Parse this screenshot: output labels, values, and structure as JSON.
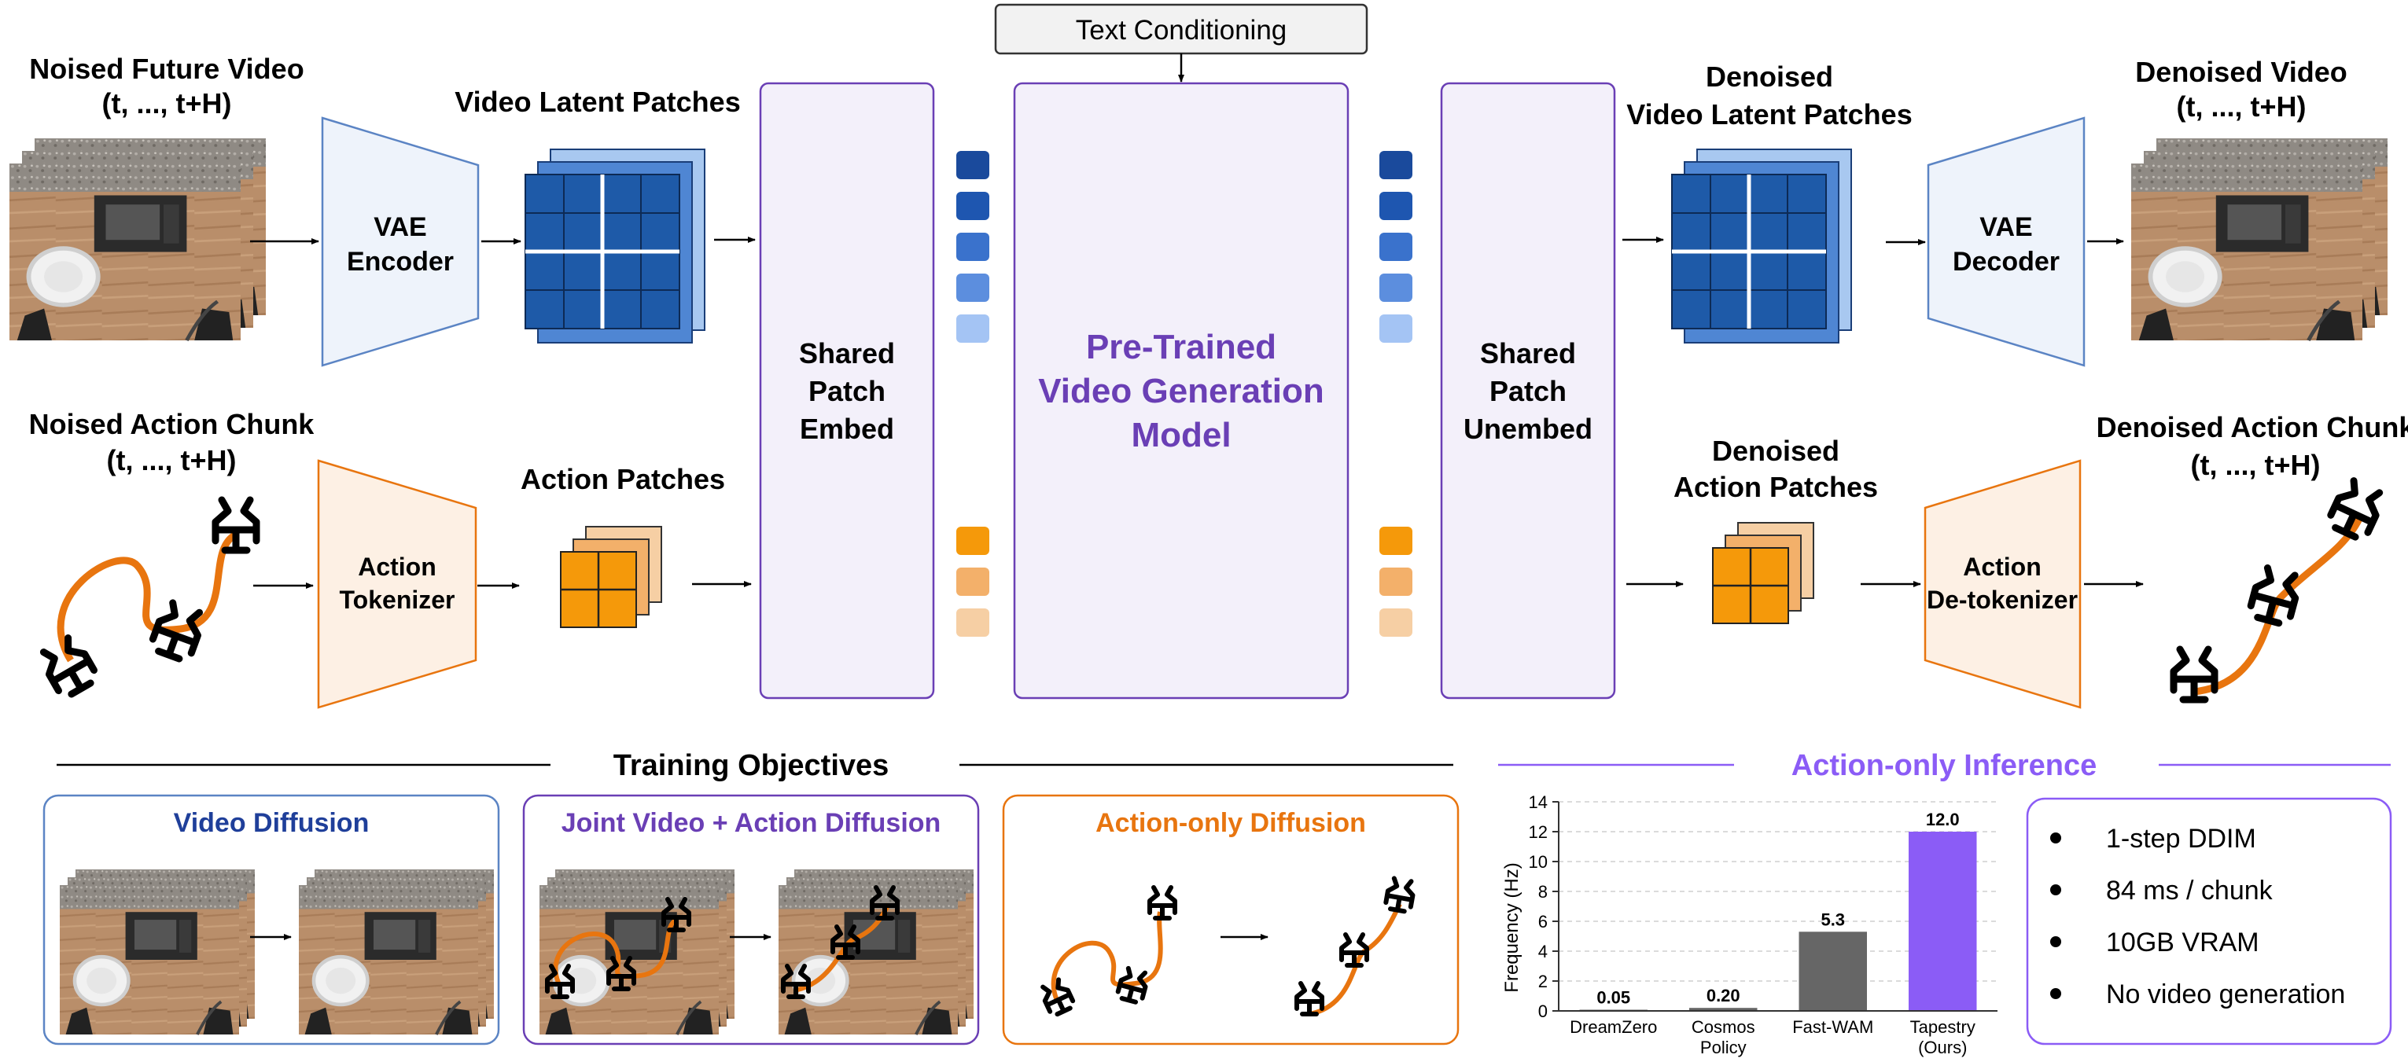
{
  "text_conditioning": "Text Conditioning",
  "inputs": {
    "video_line1": "Noised Future Video",
    "video_line2": "(t, ..., t+H)",
    "action_line1": "Noised Action Chunk",
    "action_line2": "(t, ..., t+H)"
  },
  "encoders": {
    "vae_encoder_line1": "VAE",
    "vae_encoder_line2": "Encoder",
    "action_tokenizer_line1": "Action",
    "action_tokenizer_line2": "Tokenizer"
  },
  "patches": {
    "video_latent": "Video Latent Patches",
    "action": "Action Patches",
    "denoised_video_line1": "Denoised",
    "denoised_video_line2": "Video Latent Patches",
    "denoised_action_line1": "Denoised",
    "denoised_action_line2": "Action Patches"
  },
  "embed": {
    "line1": "Shared",
    "line2": "Patch",
    "line3": "Embed"
  },
  "model": {
    "line1": "Pre-Trained",
    "line2": "Video Generation",
    "line3": "Model"
  },
  "unembed": {
    "line1": "Shared",
    "line2": "Patch",
    "line3": "Unembed"
  },
  "decoders": {
    "vae_decoder_line1": "VAE",
    "vae_decoder_line2": "Decoder",
    "detokenizer_line1": "Action",
    "detokenizer_line2": "De-tokenizer"
  },
  "outputs": {
    "video_line1": "Denoised Video",
    "video_line2": "(t, ..., t+H)",
    "action_line1": "Denoised Action Chunk",
    "action_line2": "(t, ..., t+H)"
  },
  "training": {
    "title": "Training Objectives",
    "video_diffusion": "Video Diffusion",
    "joint_diffusion": "Joint Video + Action Diffusion",
    "action_diffusion": "Action-only Diffusion"
  },
  "inference": {
    "title": "Action-only Inference",
    "bullets": [
      "1-step DDIM",
      "84 ms / chunk",
      "10GB VRAM",
      "No video generation"
    ]
  },
  "colors": {
    "blue_title": "#1f3f9a",
    "purple": "#6a3fb5",
    "orange": "#e8750f",
    "violet": "#8b5cf6",
    "gray_bar": "#666666",
    "light_purple_fill": "#f3f0fa",
    "light_blue_fill": "#eef3fb",
    "light_orange_fill": "#fdf0e4"
  },
  "chart_data": {
    "type": "bar",
    "categories": [
      "DreamZero",
      "Cosmos\nPolicy",
      "Fast-WAM",
      "Tapestry\n(Ours)"
    ],
    "values": [
      0.05,
      0.2,
      5.3,
      12.0
    ],
    "value_labels": [
      "0.05",
      "0.20",
      "5.3",
      "12.0"
    ],
    "ylabel": "Frequency (Hz)",
    "ylim": [
      0,
      14
    ],
    "yticks": [
      0,
      2,
      4,
      6,
      8,
      10,
      12,
      14
    ],
    "grid": true,
    "bar_colors": [
      "#666666",
      "#666666",
      "#666666",
      "#8b5cf6"
    ]
  }
}
